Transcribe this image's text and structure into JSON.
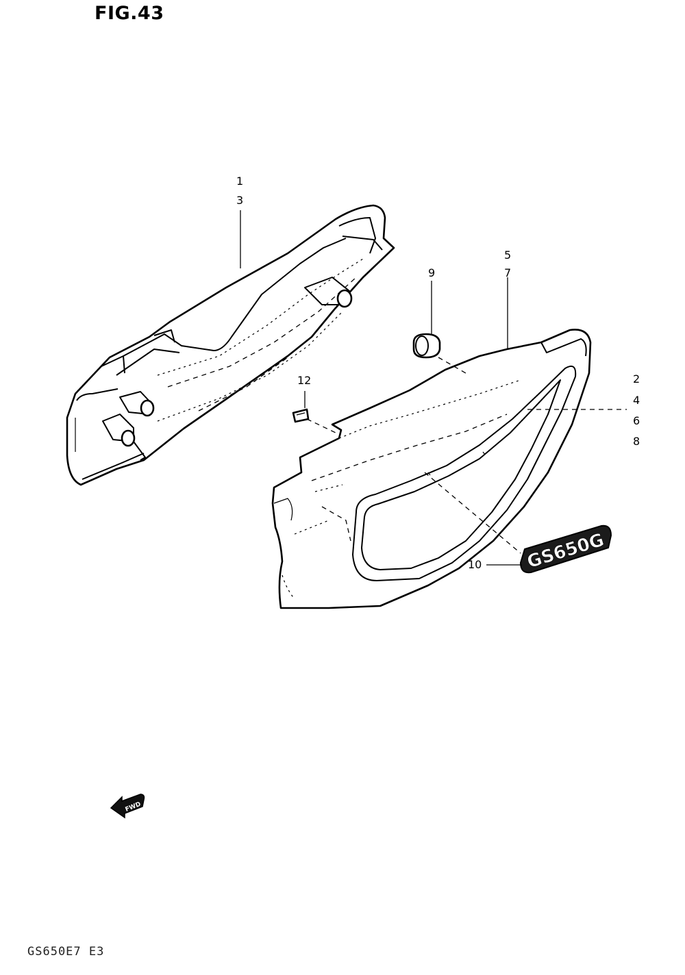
{
  "figure": {
    "title": "FIG.43",
    "footer_code": "GS650E7 E3"
  },
  "callouts": {
    "c1": "1",
    "c3": "3",
    "c5": "5",
    "c7": "7",
    "c9": "9",
    "c12": "12",
    "c2": "2",
    "c4": "4",
    "c6": "6",
    "c8": "8",
    "c10": "10"
  },
  "emblem": {
    "text": "GS650G"
  },
  "direction_arrow": {
    "text": "FWD"
  }
}
